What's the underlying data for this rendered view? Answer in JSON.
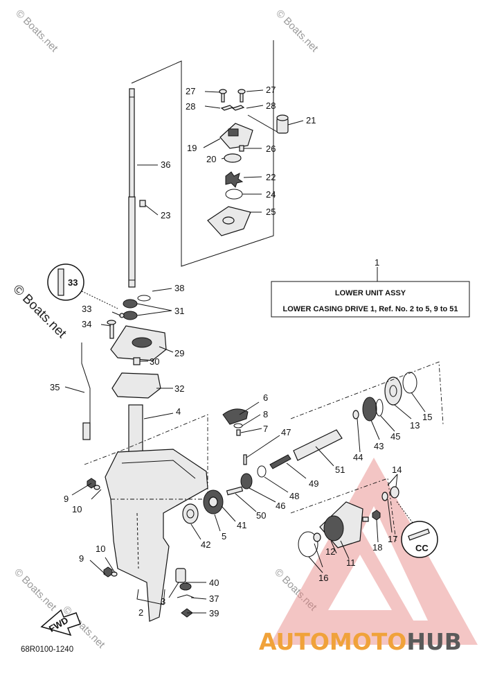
{
  "diagram": {
    "watermarks": [
      "© Boats.net",
      "© Boats.net",
      "© Boats.net",
      "© Boats.net",
      "© Boats.net",
      "© Boats.net"
    ],
    "info_box": {
      "title": "LOWER UNIT ASSY",
      "subtitle": "LOWER CASING DRIVE 1,  Ref. No. 2 to 5,  9 to 51"
    },
    "callout_codes": [
      "33",
      "CC"
    ],
    "fwd_label": "FWD",
    "drawing_code": "68R0100-1240",
    "brand": {
      "part1": "AUTOMOTO",
      "part2": "HUB",
      "color1": "#f0a23a",
      "color2": "#5a5a5a"
    },
    "part_labels": {
      "p1": "1",
      "p2": "2",
      "p3": "3",
      "p4": "4",
      "p5": "5",
      "p6": "6",
      "p7": "7",
      "p8": "8",
      "p9a": "9",
      "p9b": "9",
      "p10a": "10",
      "p10b": "10",
      "p11": "11",
      "p12": "12",
      "p13": "13",
      "p14": "14",
      "p15": "15",
      "p16": "16",
      "p17": "17",
      "p18": "18",
      "p19": "19",
      "p20": "20",
      "p21": "21",
      "p22": "22",
      "p23": "23",
      "p24": "24",
      "p25": "25",
      "p26": "26",
      "p27a": "27",
      "p27b": "27",
      "p28a": "28",
      "p28b": "28",
      "p29": "29",
      "p30": "30",
      "p31": "31",
      "p32": "32",
      "p33": "33",
      "p34": "34",
      "p35": "35",
      "p36": "36",
      "p37": "37",
      "p38": "38",
      "p39": "39",
      "p40": "40",
      "p41": "41",
      "p42": "42",
      "p43": "43",
      "p44": "44",
      "p45": "45",
      "p46": "46",
      "p47": "47",
      "p48": "48",
      "p49": "49",
      "p50": "50",
      "p51": "51"
    }
  }
}
